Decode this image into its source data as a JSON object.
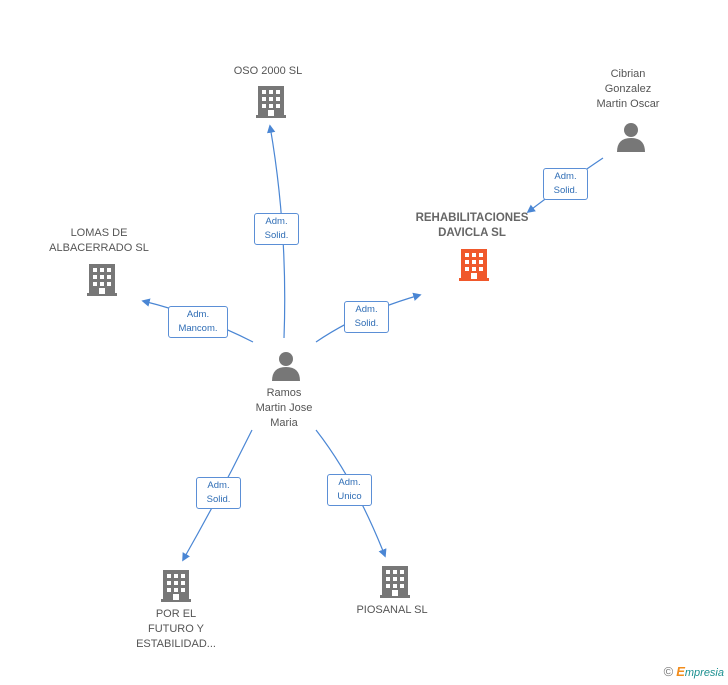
{
  "nodes": {
    "oso": {
      "lines": [
        "OSO 2000 SL"
      ]
    },
    "cibrian": {
      "lines": [
        "Cibrian",
        "Gonzalez",
        "Martin Oscar"
      ]
    },
    "rehab": {
      "lines": [
        "REHABILITACIONES",
        "DAVICLA SL"
      ]
    },
    "lomas": {
      "lines": [
        "LOMAS DE",
        "ALBACERRADO SL"
      ]
    },
    "ramos": {
      "lines": [
        "Ramos",
        "Martin Jose",
        "Maria"
      ]
    },
    "porel": {
      "lines": [
        "POR EL",
        "FUTURO Y",
        "ESTABILIDAD..."
      ]
    },
    "piosanal": {
      "lines": [
        "PIOSANAL SL"
      ]
    }
  },
  "edges": {
    "oso": {
      "lines": [
        "Adm.",
        "Solid."
      ]
    },
    "cibrian": {
      "lines": [
        "Adm.",
        "Solid."
      ]
    },
    "lomas": {
      "lines": [
        "Adm.",
        "Mancom."
      ]
    },
    "rehab": {
      "lines": [
        "Adm.",
        "Solid."
      ]
    },
    "porel": {
      "lines": [
        "Adm.",
        "Solid."
      ]
    },
    "piosanal": {
      "lines": [
        "Adm.",
        "Unico"
      ]
    }
  },
  "colors": {
    "edge": "#4a86d4",
    "building": "#777777",
    "building_main": "#f0582b",
    "person": "#777777"
  },
  "brand": {
    "copyright": "©",
    "e": "E",
    "rest": "mpresia"
  }
}
